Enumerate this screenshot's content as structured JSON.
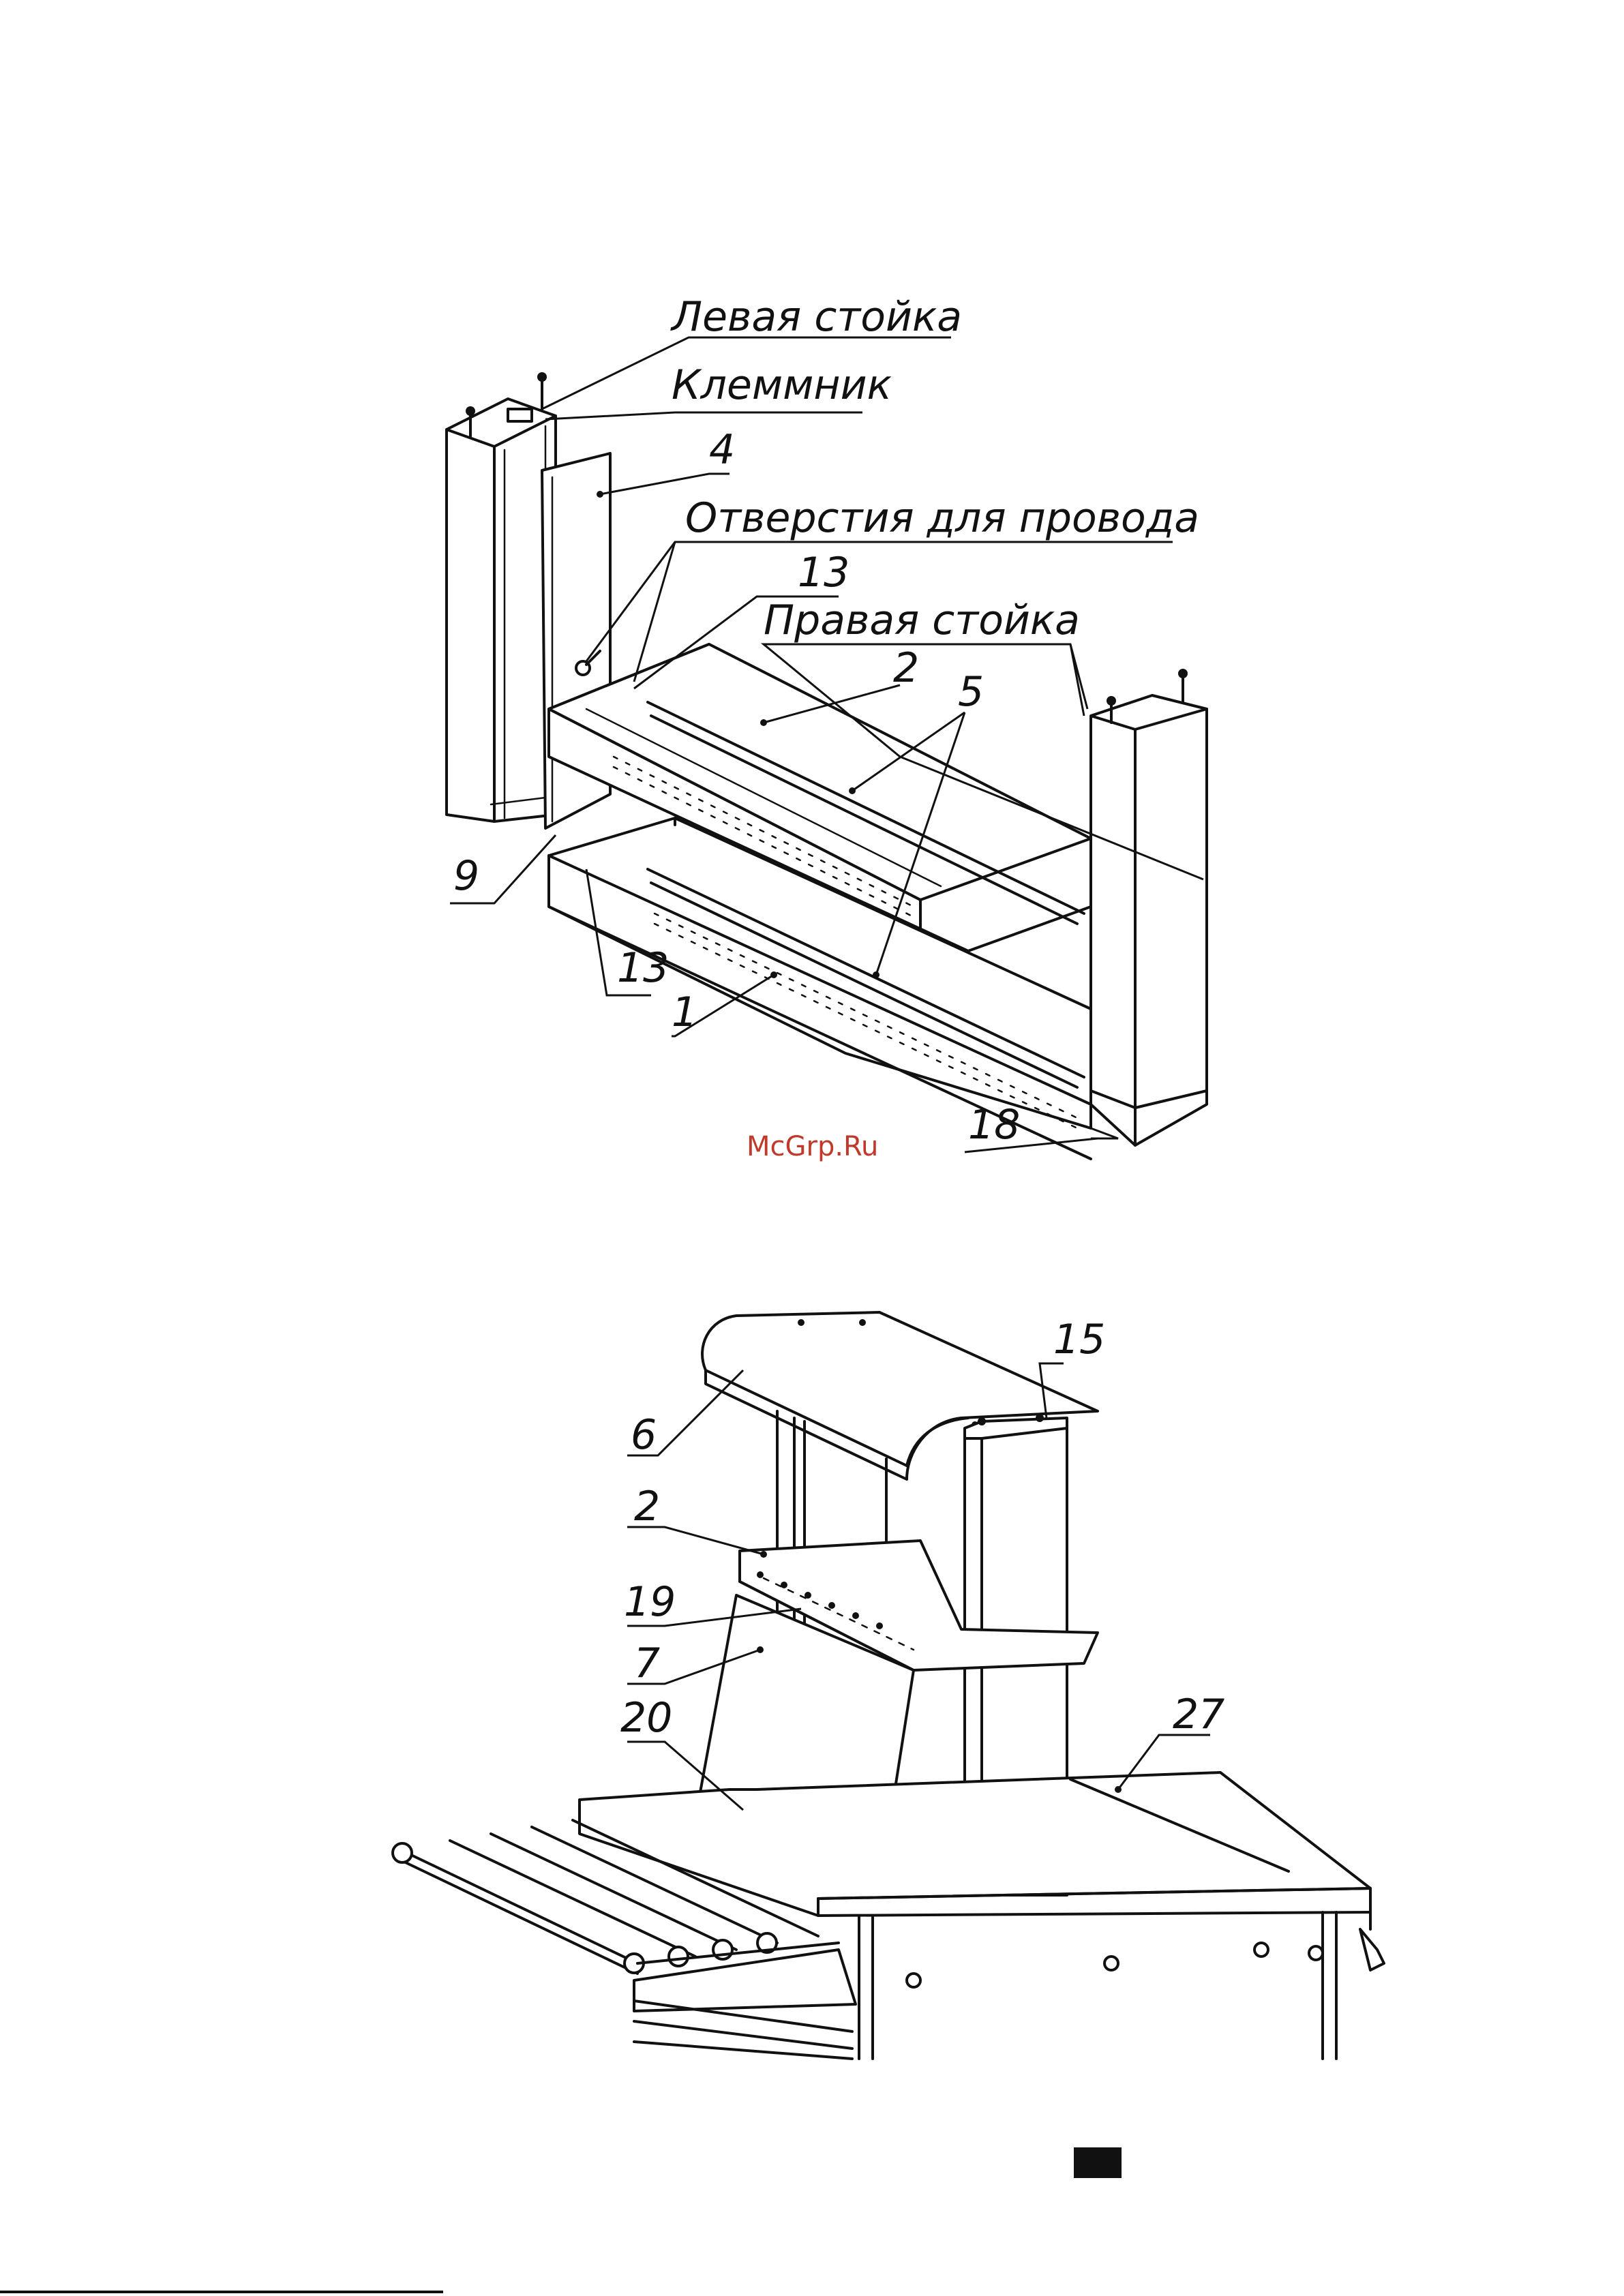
{
  "figure_top": {
    "labels": {
      "left_post": "Левая стойка",
      "terminal_block": "Клеммник",
      "part_4": "4",
      "wire_holes": "Отверстия для провода",
      "part_13_top": "13",
      "right_post": "Правая стойка",
      "part_2": "2",
      "part_5": "5",
      "part_9": "9",
      "part_13_bottom": "13",
      "part_1": "1",
      "part_18": "18"
    }
  },
  "watermark": "McGrp.Ru",
  "figure_bottom": {
    "labels": {
      "part_15": "15",
      "part_6": "6",
      "part_2": "2",
      "part_19": "19",
      "part_7": "7",
      "part_20": "20",
      "part_27": "27"
    }
  },
  "page_number_box": ""
}
